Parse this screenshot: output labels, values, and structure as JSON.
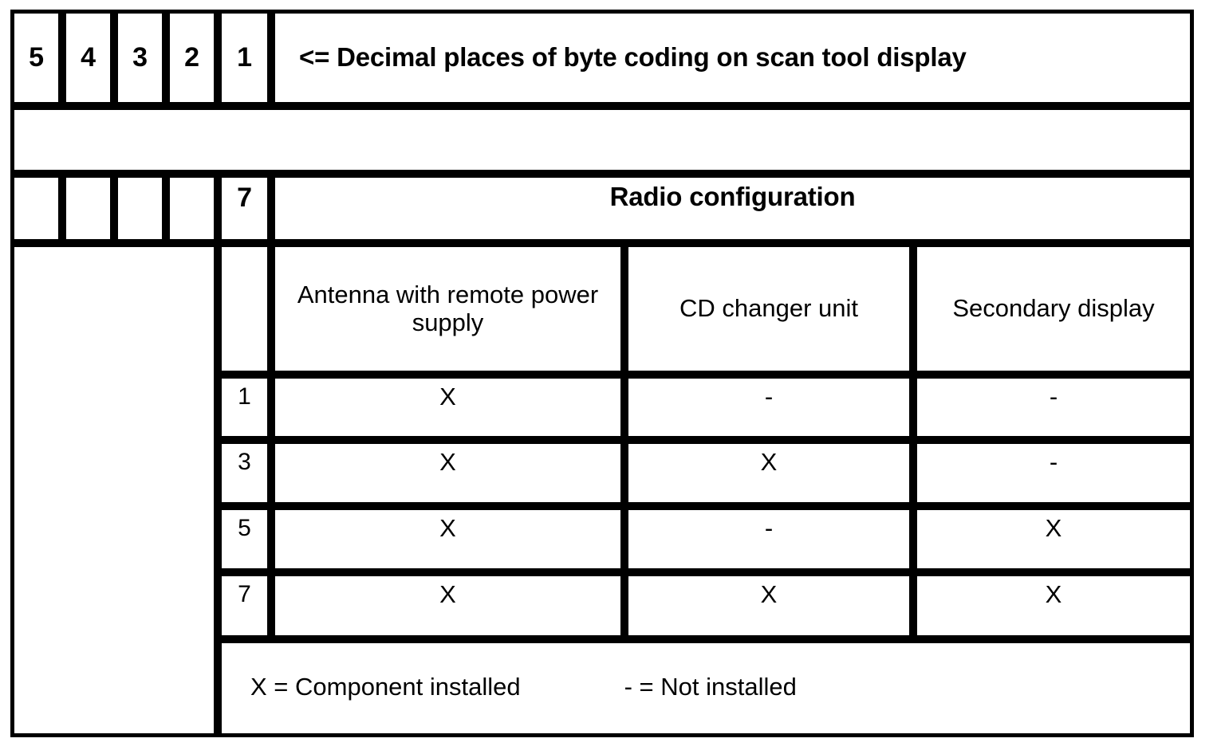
{
  "table": {
    "decimal_place_digits": [
      "5",
      "4",
      "3",
      "2",
      "1"
    ],
    "header_note": "<= Decimal places of byte coding on scan tool display",
    "byte_number": "7",
    "section_title": "Radio configuration",
    "columns": [
      "Antenna with remote power supply",
      "CD changer unit",
      "Secondary display"
    ],
    "rows": [
      {
        "code": "1",
        "values": [
          "X",
          "-",
          "-"
        ]
      },
      {
        "code": "3",
        "values": [
          "X",
          "X",
          "-"
        ]
      },
      {
        "code": "5",
        "values": [
          "X",
          "-",
          "X"
        ]
      },
      {
        "code": "7",
        "values": [
          "X",
          "X",
          "X"
        ]
      }
    ],
    "legend": {
      "installed": "X = Component installed",
      "not_installed": "- = Not installed"
    }
  }
}
